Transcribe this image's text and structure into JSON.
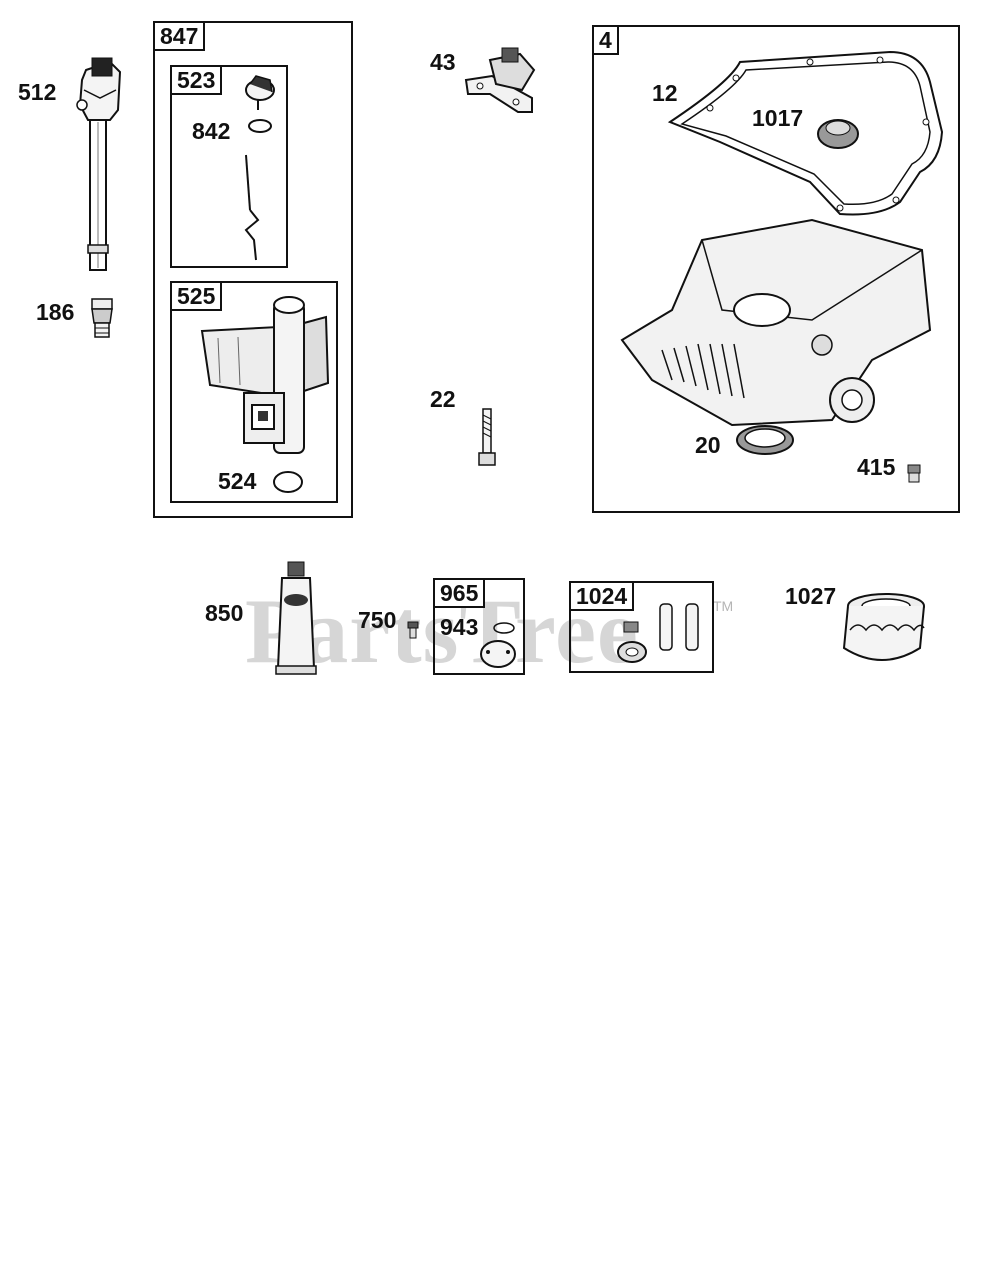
{
  "labels": {
    "l512": "512",
    "l186": "186",
    "l847": "847",
    "l523": "523",
    "l842": "842",
    "l525": "525",
    "l524": "524",
    "l43": "43",
    "l22": "22",
    "l4": "4",
    "l12": "12",
    "l1017": "1017",
    "l20": "20",
    "l415": "415",
    "l850": "850",
    "l750": "750",
    "l965": "965",
    "l943": "943",
    "l1024": "1024",
    "l1027": "1027"
  },
  "watermark": {
    "text": "PartsTree",
    "tm": "TM"
  },
  "colors": {
    "line": "#111111",
    "watermark": "#b5b5b5"
  }
}
